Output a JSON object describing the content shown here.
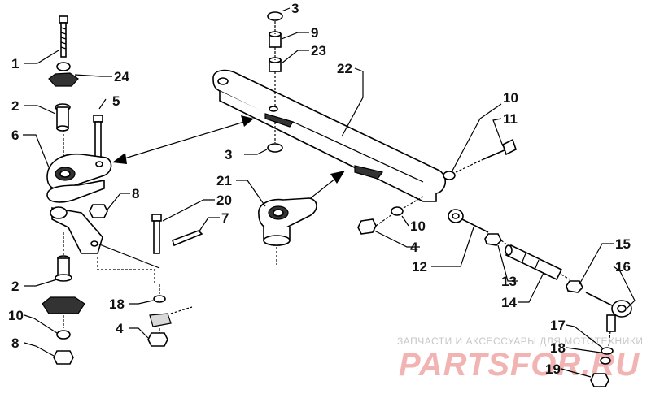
{
  "labels": [
    {
      "id": "1",
      "text": "1"
    },
    {
      "id": "2a",
      "text": "2"
    },
    {
      "id": "2b",
      "text": "2"
    },
    {
      "id": "3a",
      "text": "3"
    },
    {
      "id": "3b",
      "text": "3"
    },
    {
      "id": "4a",
      "text": "4"
    },
    {
      "id": "4b",
      "text": "4"
    },
    {
      "id": "5",
      "text": "5"
    },
    {
      "id": "6",
      "text": "6"
    },
    {
      "id": "7",
      "text": "7"
    },
    {
      "id": "8a",
      "text": "8"
    },
    {
      "id": "8b",
      "text": "8"
    },
    {
      "id": "9",
      "text": "9"
    },
    {
      "id": "10a",
      "text": "10"
    },
    {
      "id": "10b",
      "text": "10"
    },
    {
      "id": "10c",
      "text": "10"
    },
    {
      "id": "11",
      "text": "11"
    },
    {
      "id": "12",
      "text": "12"
    },
    {
      "id": "13",
      "text": "13"
    },
    {
      "id": "14",
      "text": "14"
    },
    {
      "id": "15",
      "text": "15"
    },
    {
      "id": "16",
      "text": "16"
    },
    {
      "id": "17",
      "text": "17"
    },
    {
      "id": "18a",
      "text": "18"
    },
    {
      "id": "18b",
      "text": "18"
    },
    {
      "id": "19",
      "text": "19"
    },
    {
      "id": "20",
      "text": "20"
    },
    {
      "id": "21",
      "text": "21"
    },
    {
      "id": "22",
      "text": "22"
    },
    {
      "id": "23",
      "text": "23"
    },
    {
      "id": "24",
      "text": "24"
    }
  ],
  "watermark": {
    "tagline": "ЗАПЧАСТИ И АКСЕССУАРЫ ДЛЯ МОТОТЕХНИКИ",
    "brand": "PARTSFOR.RU"
  }
}
